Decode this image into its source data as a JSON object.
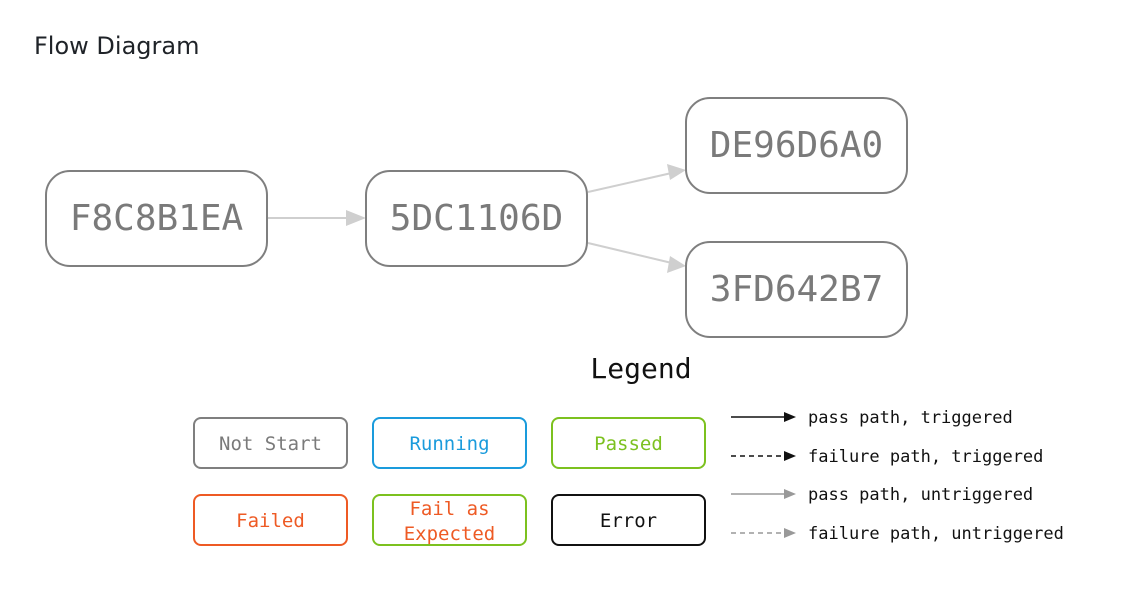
{
  "page": {
    "title": "Flow Diagram"
  },
  "colors": {
    "edge": "#cfcfcf",
    "node_border": "#7f7f7f",
    "node_text": "#7a7a7a",
    "not_start": "#7f7f7f",
    "running": "#1a9bdc",
    "passed": "#7cc11f",
    "failed": "#ee5a24",
    "fail_as_expected_border": "#7cc11f",
    "fail_as_expected_text": "#ee5a24",
    "error": "#111111",
    "triggered_line": "#111111",
    "untriggered_line": "#999999"
  },
  "diagram": {
    "nodes": [
      {
        "id": "F8C8B1EA",
        "label": "F8C8B1EA",
        "status": "not_start"
      },
      {
        "id": "5DC1106D",
        "label": "5DC1106D",
        "status": "not_start"
      },
      {
        "id": "DE96D6A0",
        "label": "DE96D6A0",
        "status": "not_start"
      },
      {
        "id": "3FD642B7",
        "label": "3FD642B7",
        "status": "not_start"
      }
    ],
    "edges": [
      {
        "from": "F8C8B1EA",
        "to": "5DC1106D",
        "kind": "pass path, untriggered"
      },
      {
        "from": "5DC1106D",
        "to": "DE96D6A0",
        "kind": "pass path, untriggered"
      },
      {
        "from": "5DC1106D",
        "to": "3FD642B7",
        "kind": "pass path, untriggered"
      }
    ]
  },
  "legend": {
    "title": "Legend",
    "statuses": [
      {
        "key": "not_start",
        "label": "Not Start"
      },
      {
        "key": "running",
        "label": "Running"
      },
      {
        "key": "passed",
        "label": "Passed"
      },
      {
        "key": "failed",
        "label": "Failed"
      },
      {
        "key": "fail_as_expected",
        "label_line1": "Fail as",
        "label_line2": "Expected"
      },
      {
        "key": "error",
        "label": "Error"
      }
    ],
    "paths": [
      {
        "key": "pass_triggered",
        "label": "pass path, triggered"
      },
      {
        "key": "failure_triggered",
        "label": "failure path, triggered"
      },
      {
        "key": "pass_untriggered",
        "label": "pass path, untriggered"
      },
      {
        "key": "failure_untriggered",
        "label": "failure path, untriggered"
      }
    ]
  }
}
